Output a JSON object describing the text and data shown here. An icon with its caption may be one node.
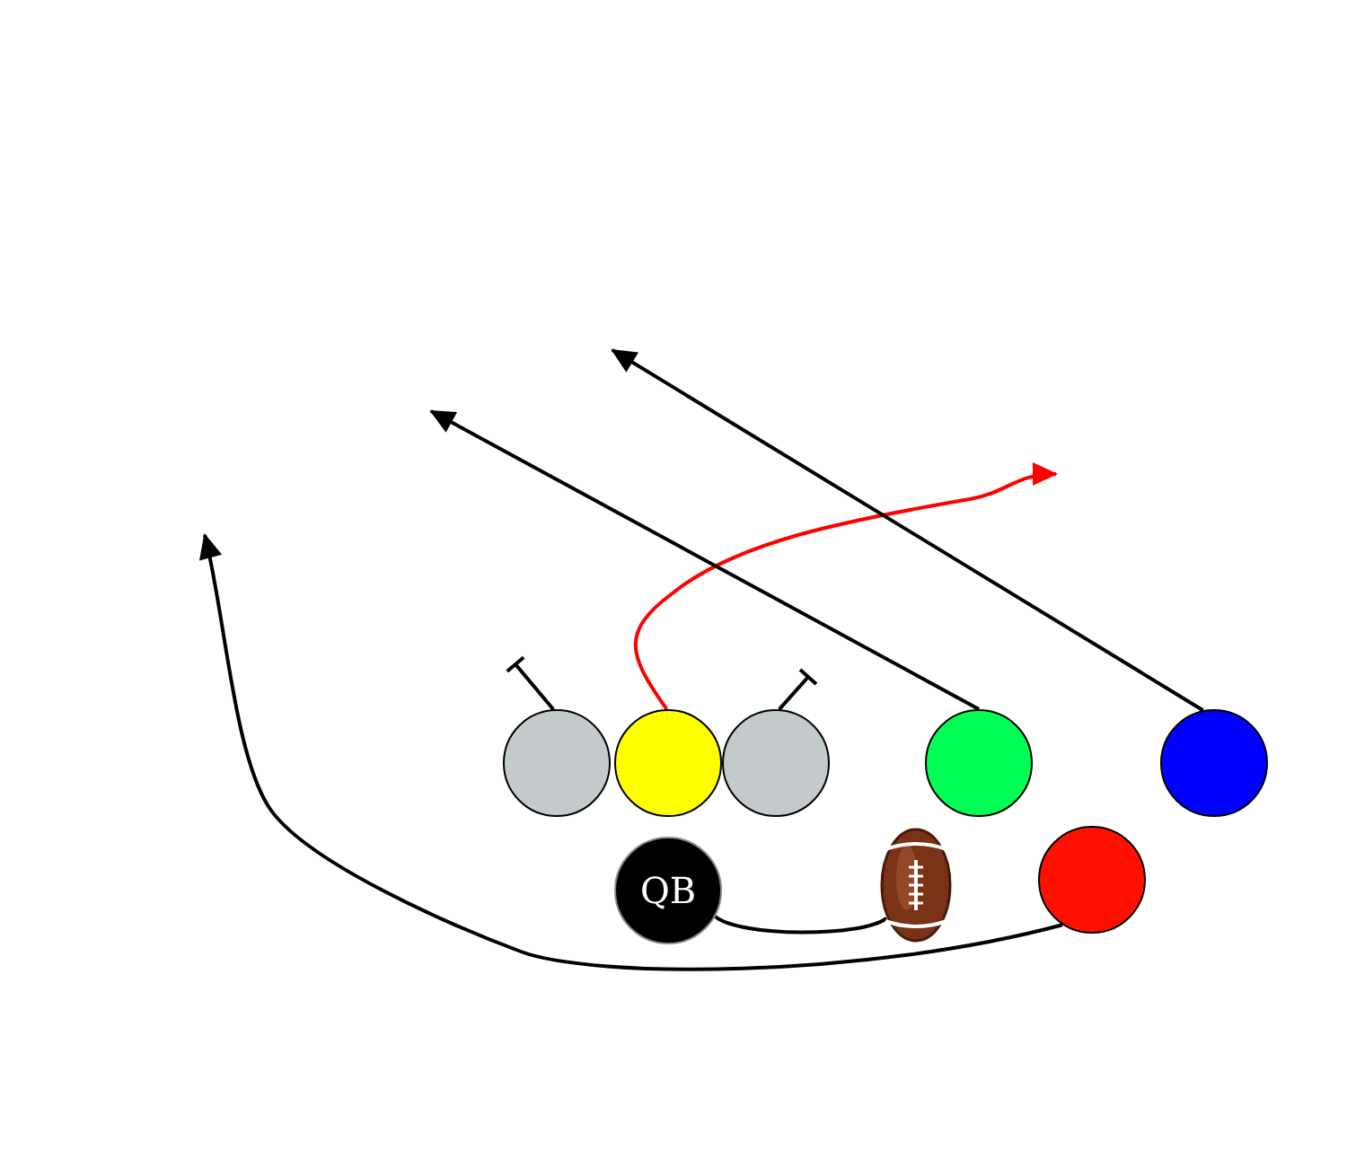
{
  "diagram": {
    "nodes": [
      {
        "text": [],
        "shape": "circle"
      },
      {
        "text": [],
        "shape": "circle"
      },
      {
        "text": [],
        "shape": "circle"
      },
      {
        "text": [],
        "shape": "circle"
      },
      {
        "text": [],
        "shape": "circle"
      },
      {
        "text": [
          "QB"
        ]
      },
      {
        "text": [],
        "shape": "picture"
      },
      {
        "text": [],
        "shape": "circle"
      }
    ],
    "edges": [
      {
        "from": 0,
        "to": null,
        "arrow": "other"
      },
      {
        "from": 2,
        "to": null,
        "arrow": "other"
      },
      {
        "from": 1,
        "to": null,
        "arrow": "to",
        "color": "#ff0000"
      },
      {
        "from": 3,
        "to": null,
        "arrow": "to"
      },
      {
        "from": 4,
        "to": null,
        "arrow": "to"
      },
      {
        "from": 7,
        "to": null,
        "arrow": "to"
      },
      {
        "from": 5,
        "to": 6,
        "arrow": "none"
      }
    ]
  }
}
